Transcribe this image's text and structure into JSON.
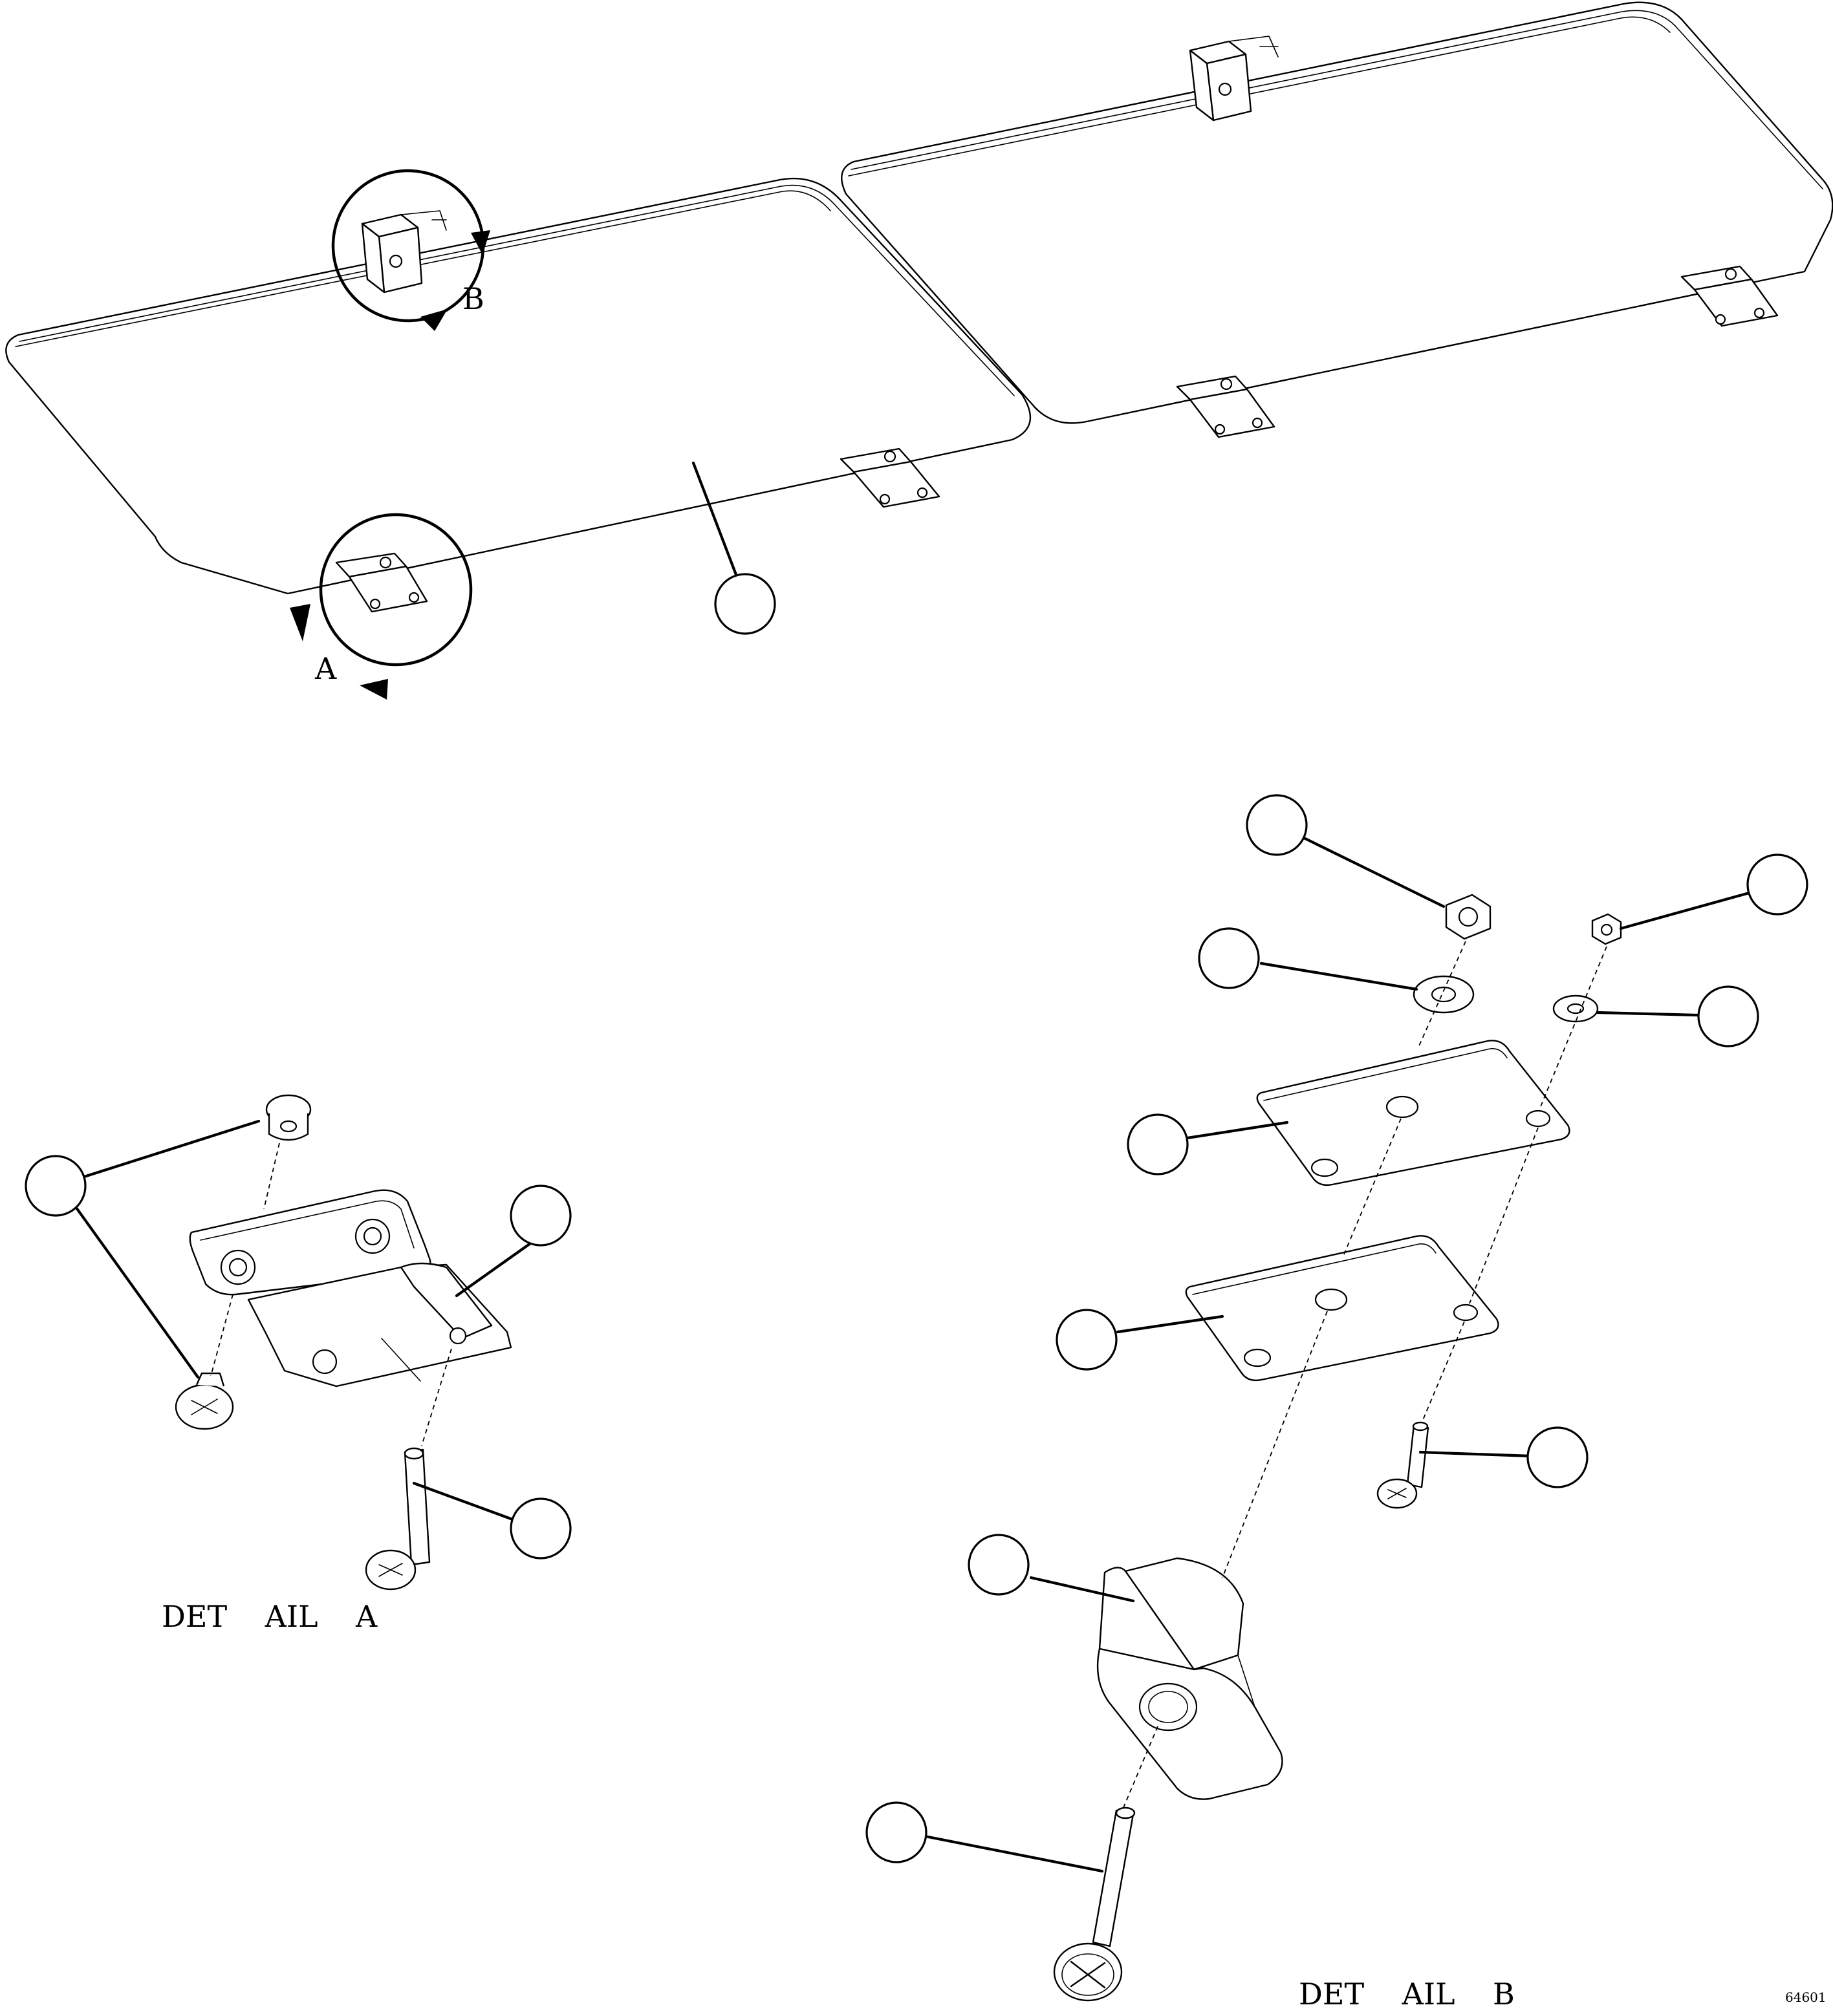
{
  "detail_markers": {
    "a": "A",
    "b": "B"
  },
  "captions": {
    "detail_a": "DET    AIL    A",
    "detail_b": "DET    AIL    B"
  },
  "document_number": "64601",
  "callout_balloons": {
    "main_panel": "",
    "detail_a_screw_cap": "",
    "detail_a_hinge": "",
    "detail_a_pin": "",
    "detail_b_large_nut": "",
    "detail_b_small_nut": "",
    "detail_b_large_washer": "",
    "detail_b_small_washer": "",
    "detail_b_upper_plate": "",
    "detail_b_lower_plate": "",
    "detail_b_small_pin": "",
    "detail_b_block": "",
    "detail_b_long_pin": ""
  }
}
